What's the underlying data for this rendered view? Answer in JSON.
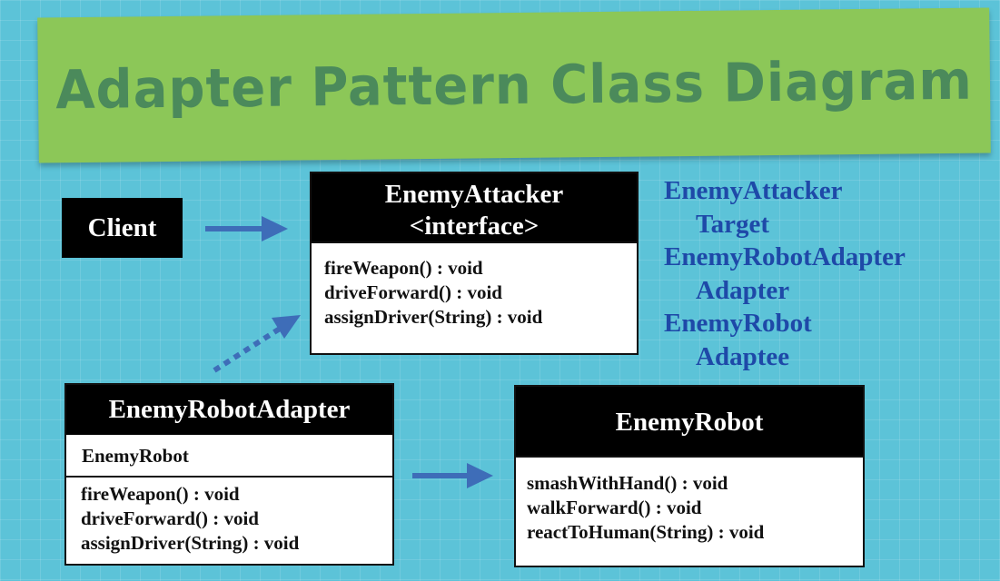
{
  "title": "Adapter Pattern Class Diagram",
  "client": {
    "label": "Client"
  },
  "interface_box": {
    "name": "EnemyAttacker",
    "stereotype": "<interface>",
    "methods": [
      "fireWeapon() : void",
      "driveForward() : void",
      "assignDriver(String) : void"
    ]
  },
  "adapter_box": {
    "name": "EnemyRobotAdapter",
    "field": "EnemyRobot",
    "methods": [
      "fireWeapon() : void",
      "driveForward() : void",
      "assignDriver(String) : void"
    ]
  },
  "adaptee_box": {
    "name": "EnemyRobot",
    "methods": [
      "smashWithHand() : void",
      "walkForward() : void",
      "reactToHuman(String) : void"
    ]
  },
  "legend": [
    {
      "term": "EnemyAttacker",
      "role": "Target"
    },
    {
      "term": "EnemyRobotAdapter",
      "role": "Adapter"
    },
    {
      "term": "EnemyRobot",
      "role": "Adaptee"
    }
  ],
  "colors": {
    "background": "#5cc3d8",
    "banner": "#8cc758",
    "title": "#4b8a5b",
    "legend_text": "#1e49a8",
    "arrow": "#3e6db8"
  }
}
